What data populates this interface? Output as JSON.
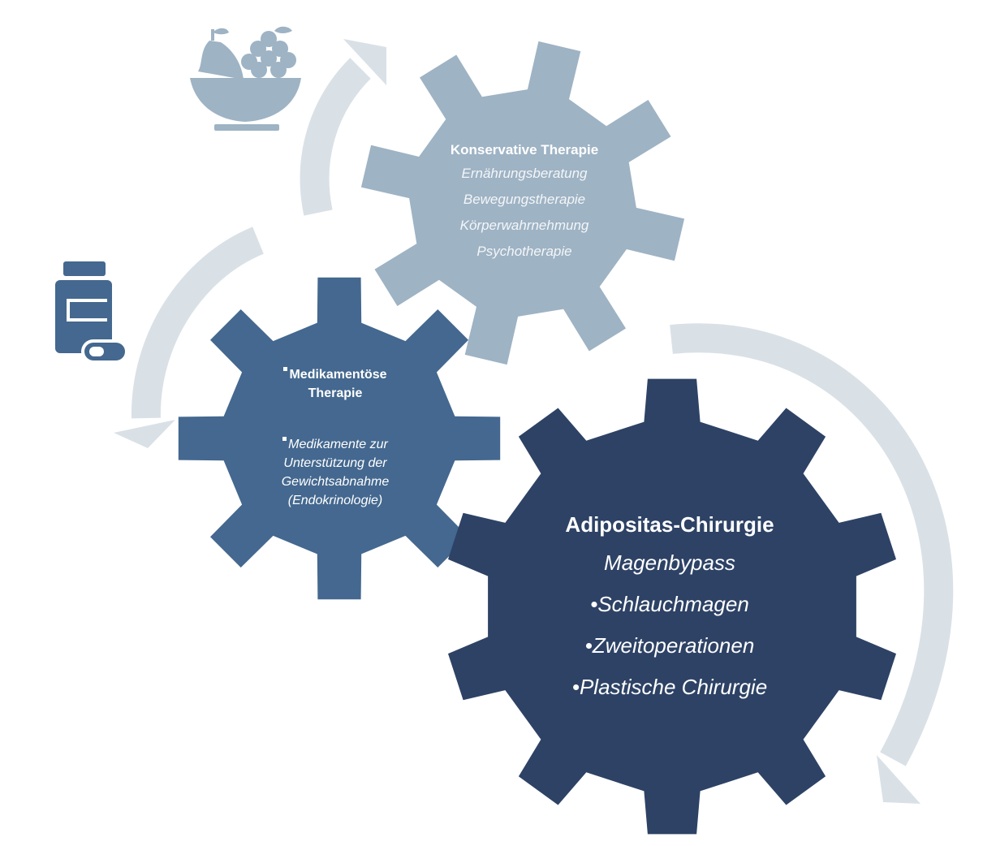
{
  "gears": {
    "konservativ": {
      "title": "Konservative Therapie",
      "items": [
        "Ernährungsberatung",
        "Bewegungstherapie",
        "Körperwahrnehmung",
        "Psychotherapie"
      ],
      "color": "#9eb3c4"
    },
    "medikament": {
      "title_line1": "Medikamentöse",
      "title_line2": "Therapie",
      "desc_line1": "Medikamente zur",
      "desc_line2": "Unterstützung der",
      "desc_line3": "Gewichtsabnahme",
      "desc_line4": "(Endokrinologie)",
      "color": "#44688f"
    },
    "chirurgie": {
      "title": "Adipositas-Chirurgie",
      "items": [
        "Magenbypass",
        "•Schlauchmagen",
        "•Zweitoperationen",
        "•Plastische Chirurgie"
      ],
      "color": "#2d4265"
    }
  },
  "icons": {
    "fruit_bowl": "fruit-bowl-icon",
    "pill_bottle": "pill-bottle-icon"
  },
  "colors": {
    "arrow": "#d9e1e7",
    "fruit_icon": "#9eb3c4",
    "pill_icon": "#44688f"
  }
}
